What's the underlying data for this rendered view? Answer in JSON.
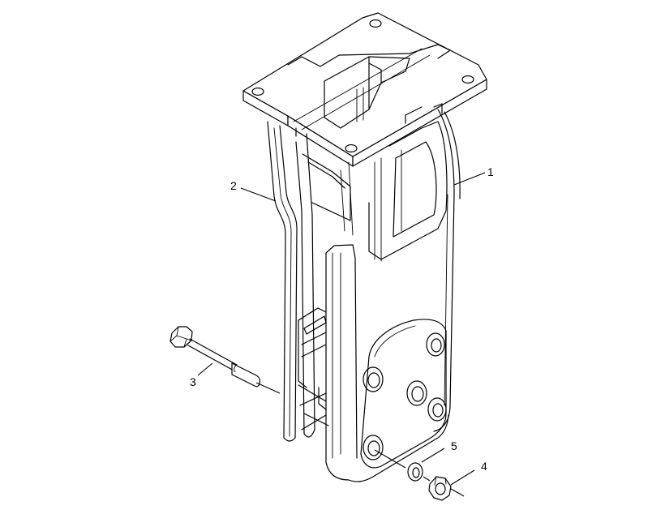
{
  "diagram": {
    "callouts": [
      {
        "id": "c1",
        "label": "1",
        "part": "frame-body"
      },
      {
        "id": "c2",
        "label": "2",
        "part": "side-rail"
      },
      {
        "id": "c3",
        "label": "3",
        "part": "bolt"
      },
      {
        "id": "c4",
        "label": "4",
        "part": "nut"
      },
      {
        "id": "c5",
        "label": "5",
        "part": "washer"
      }
    ]
  }
}
